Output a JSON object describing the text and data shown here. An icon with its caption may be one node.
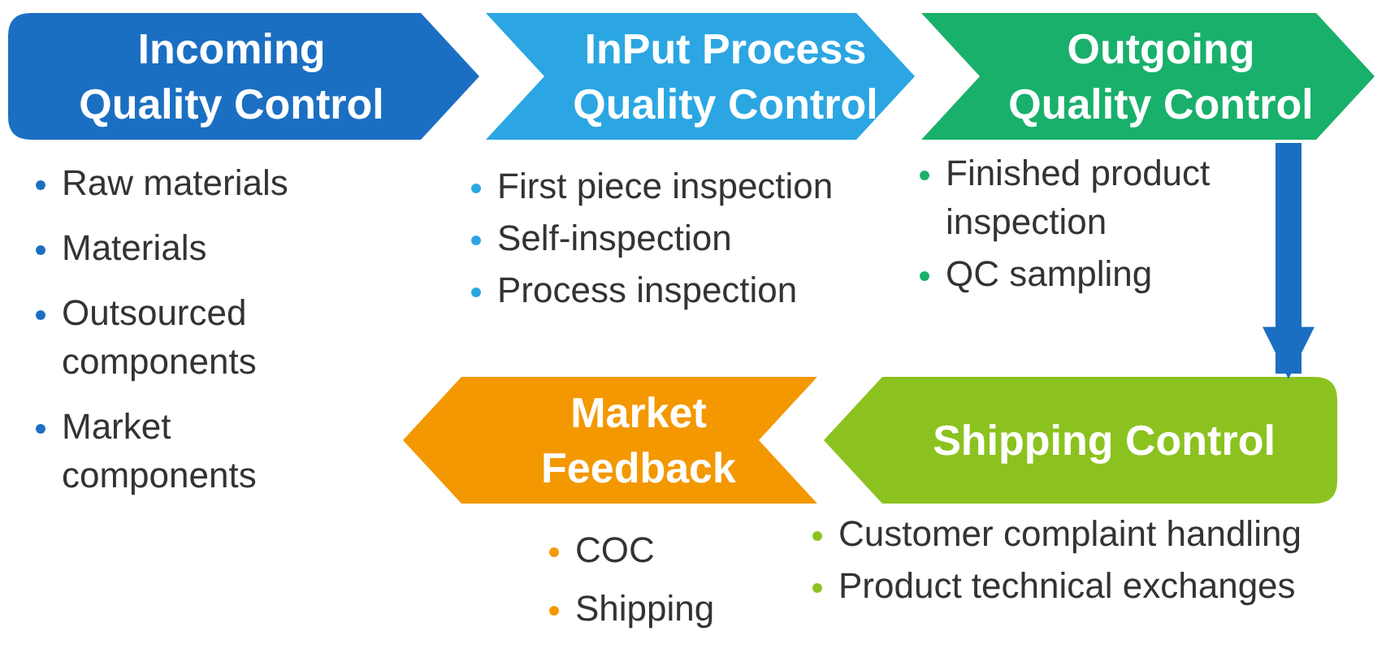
{
  "diagram": {
    "nodes": [
      {
        "text": [
          "Incoming Quality Control"
        ],
        "beside": [
          "Raw materials",
          "Materials",
          "Outsourced components",
          "Market components"
        ]
      },
      {
        "text": [
          "InPut Process Quality Control"
        ],
        "beside": [
          "First piece inspection",
          "Self-inspection",
          "Process inspection"
        ]
      },
      {
        "text": [
          "Outgoing Quality Control"
        ],
        "beside": [
          "Finished product inspection",
          "QC sampling"
        ]
      },
      {
        "text": [
          "Market Feedback"
        ],
        "beside": [
          "COC",
          "Shipping"
        ]
      },
      {
        "text": [
          "Shipping Control"
        ],
        "beside": [
          "Customer complaint handling",
          "Product technical exchanges"
        ]
      }
    ],
    "edges": [
      {
        "from": 2,
        "to": 4,
        "arrow": "to"
      }
    ]
  }
}
